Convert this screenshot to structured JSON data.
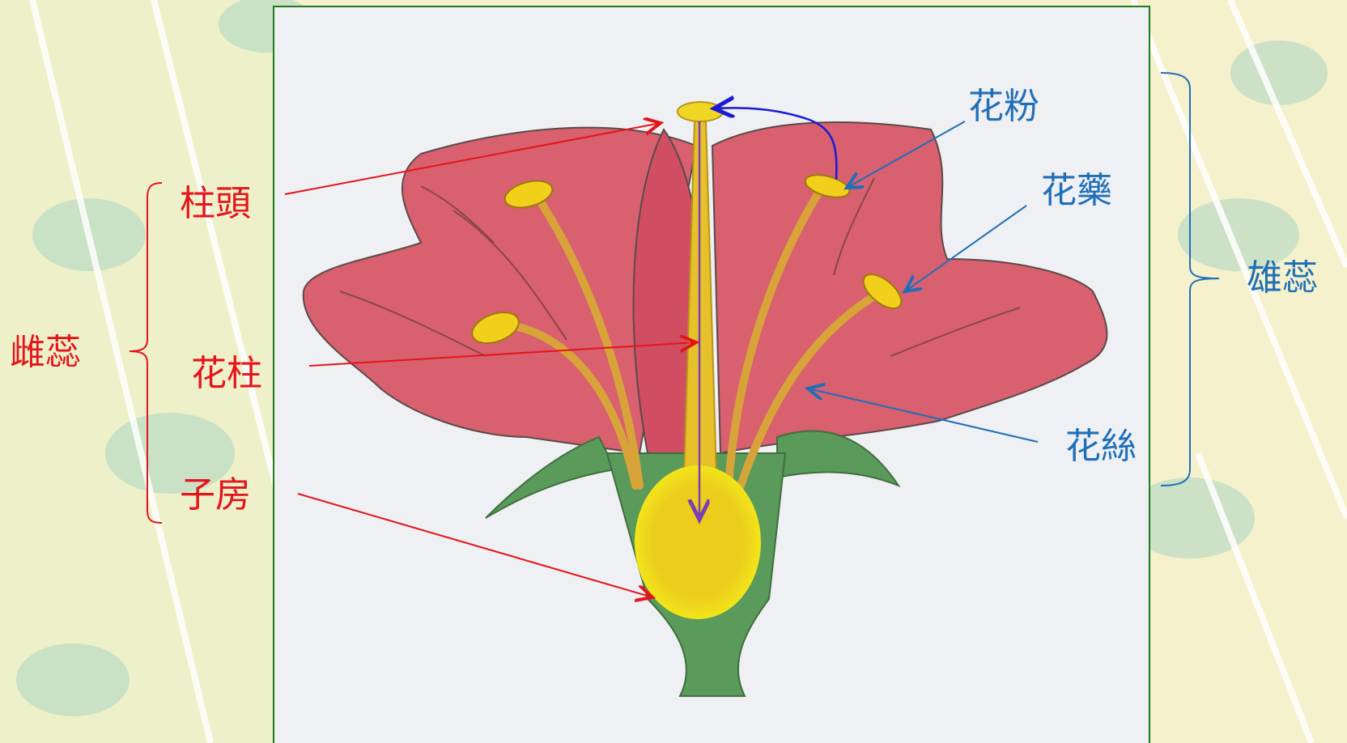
{
  "pistil": {
    "group_label": "雌蕊",
    "stigma": "柱頭",
    "style": "花柱",
    "ovary": "子房"
  },
  "stamen": {
    "group_label": "雄蕊",
    "pollen": "花粉",
    "anther": "花藥",
    "filament": "花絲"
  },
  "colors": {
    "pistil_label": "#e4141b",
    "stamen_label": "#1f6fb8",
    "pollination_arrow": "#1a1ad6",
    "pollen_tube_arrow": "#7a3fb0",
    "petal": "#d9606e",
    "sepal": "#5a9a5a",
    "ovary": "#f2e21a",
    "frame": "#1f7a1f"
  }
}
